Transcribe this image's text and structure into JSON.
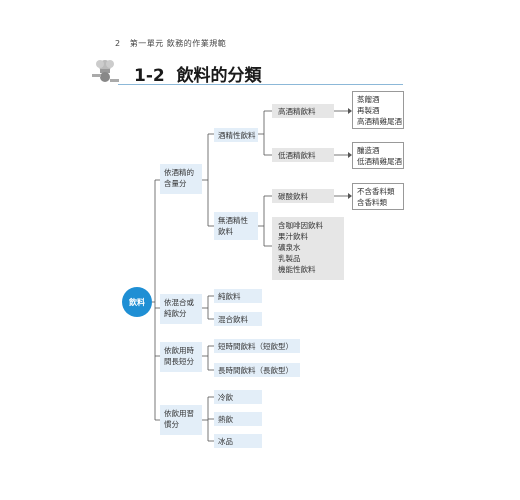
{
  "header": {
    "page_number": "2",
    "chapter": "第一單元  飲務的作業規範"
  },
  "section": {
    "number": "1-2",
    "title": "飲料的分類"
  },
  "tree": {
    "root": "飲料",
    "alcohol": {
      "label": [
        "依酒精的",
        "含量分"
      ]
    },
    "alcoholic": "酒精性飲料",
    "high_alcohol": "高酒精飲料",
    "high_items": [
      "蒸餾酒",
      "再製酒",
      "高酒精雞尾酒"
    ],
    "low_alcohol": "低酒精飲料",
    "low_items": [
      "釀造酒",
      "低酒精雞尾酒"
    ],
    "non_alcoholic": [
      "無酒精性",
      "飲料"
    ],
    "carbonated": "碳酸飲料",
    "carbonated_items": [
      "不含香料類",
      "含香料類"
    ],
    "non_carbonated_items": [
      "含咖啡因飲料",
      "果汁飲料",
      "礦泉水",
      "乳製品",
      "機能性飲料"
    ],
    "mix": {
      "label": [
        "依混合或",
        "純飲分"
      ],
      "items": [
        "純飲料",
        "混合飲料"
      ]
    },
    "duration": {
      "label": [
        "依飲用時",
        "間長短分"
      ],
      "items": [
        "短時間飲料（短飲型）",
        "長時間飲料（長飲型）"
      ]
    },
    "habit": {
      "label": [
        "依飲用習",
        "慣分"
      ],
      "items": [
        "冷飲",
        "熱飲",
        "冰品"
      ]
    }
  },
  "colors": {
    "accent": "#1f8fd4",
    "box_blue": "#e3eef8",
    "box_gray": "#e6e6e6",
    "line": "#555555"
  }
}
